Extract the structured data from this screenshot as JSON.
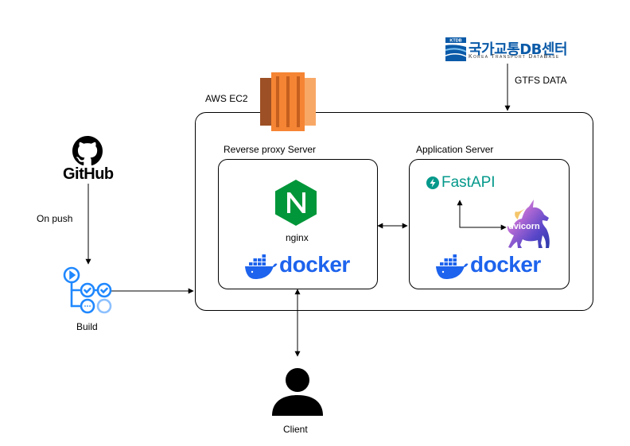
{
  "diagram": {
    "ec2_label": "AWS EC2",
    "proxy_label": "Reverse proxy Server",
    "app_label": "Application Server",
    "github_text": "GitHub",
    "on_push": "On push",
    "build_label": "Build",
    "nginx_letter": "N",
    "nginx_label": "nginx",
    "docker_text": "docker",
    "fastapi_text": "FastAPI",
    "uvicorn_text": "uvicorn",
    "ktdb_korean": "국가교통DB센터",
    "ktdb_english": "Korea Transport DataBase",
    "ktdb_badge": "KTDB",
    "gtfs_label": "GTFS DATA",
    "client_label": "Client"
  },
  "colors": {
    "aws_orange": "#f58534",
    "nginx_green": "#009639",
    "docker_blue": "#1d63ed",
    "fastapi_teal": "#05998b",
    "actions_blue": "#2088ff",
    "ktdb_blue": "#0a5aa8"
  }
}
